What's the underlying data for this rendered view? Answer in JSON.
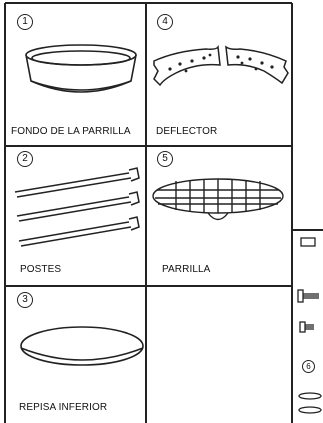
{
  "panels": [
    {
      "number": "1",
      "label": "FONDO DE LA PARRILLA",
      "icon": "grill-bowl-icon"
    },
    {
      "number": "4",
      "label": "DEFLECTOR",
      "icon": "deflector-icon"
    },
    {
      "number": "2",
      "label": "POSTES",
      "icon": "legs-icon"
    },
    {
      "number": "5",
      "label": "PARRILLA",
      "icon": "grill-grate-icon"
    },
    {
      "number": "3",
      "label": "REPISA INFERIOR",
      "icon": "lower-shelf-icon"
    },
    {
      "number": "6",
      "label": "",
      "icon": "hardware-icon"
    }
  ],
  "colors": {
    "line": "#222222",
    "background": "#ffffff"
  }
}
